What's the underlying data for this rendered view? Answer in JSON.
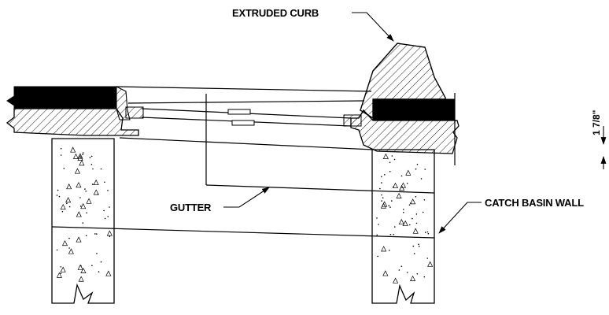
{
  "labels": {
    "extruded_curb": "EXTRUDED CURB",
    "gutter": "GUTTER",
    "catch_basin_wall": "CATCH BASIN WALL",
    "dimension": "1 7/8\""
  },
  "colors": {
    "line": "#000000",
    "background": "#ffffff",
    "asphalt": "#000000"
  }
}
